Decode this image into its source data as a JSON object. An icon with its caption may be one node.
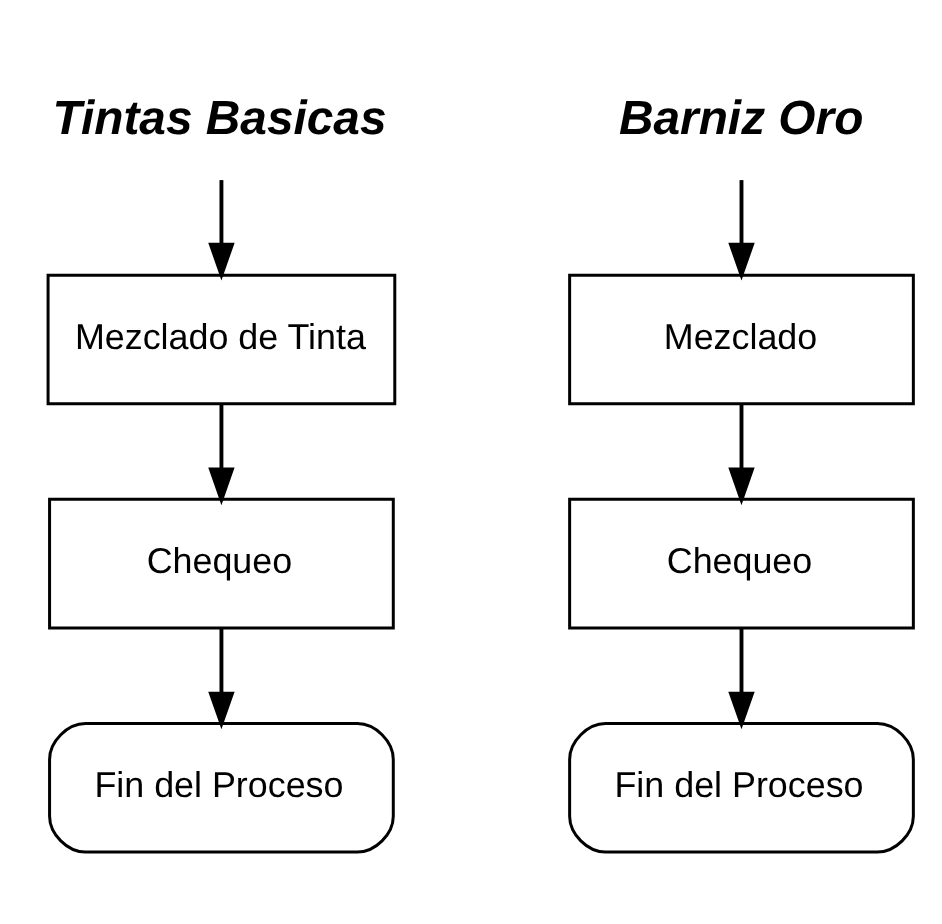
{
  "diagram": {
    "nodes": [
      {
        "text": [
          "Tintas Basicas"
        ]
      },
      {
        "text": [
          "Mezclado de Tinta"
        ]
      },
      {
        "text": [
          "Chequeo"
        ]
      },
      {
        "text": [
          "Fin del Proceso"
        ]
      },
      {
        "text": [
          "Barniz Oro"
        ]
      },
      {
        "text": [
          "Mezclado"
        ]
      },
      {
        "text": [
          "Chequeo"
        ]
      },
      {
        "text": [
          "Fin del Proceso"
        ]
      }
    ],
    "edges": [
      {
        "from": 0,
        "to": 1,
        "arrow": "to"
      },
      {
        "from": 1,
        "to": 2,
        "arrow": "to"
      },
      {
        "from": 2,
        "to": 3,
        "arrow": "to"
      },
      {
        "from": 4,
        "to": 5,
        "arrow": "to"
      },
      {
        "from": 5,
        "to": 6,
        "arrow": "to"
      },
      {
        "from": 6,
        "to": 7,
        "arrow": "to"
      }
    ]
  }
}
